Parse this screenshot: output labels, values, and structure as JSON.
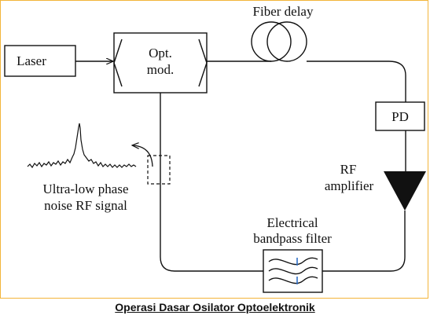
{
  "diagram": {
    "laser": "Laser",
    "modulator_line1": "Opt.",
    "modulator_line2": "mod.",
    "fiber_delay": "Fiber delay",
    "photodiode": "PD",
    "rf_amp_line1": "RF",
    "rf_amp_line2": "amplifier",
    "filter_line1": "Electrical",
    "filter_line2": "bandpass filter",
    "signal_line1": "Ultra-low phase",
    "signal_line2": "noise RF signal"
  },
  "caption": "Operasi Dasar Osilator Optoelektronik"
}
